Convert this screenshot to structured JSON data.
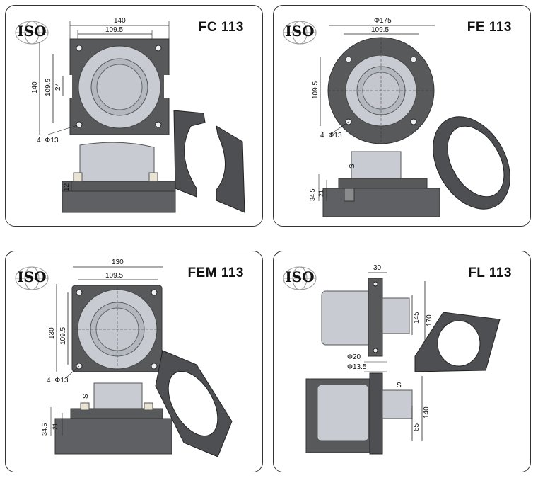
{
  "iso_label": "ISO",
  "panels": [
    {
      "title": "FC 113",
      "dims": {
        "width_outer": "140",
        "width_inner": "109.5",
        "height_outer": "140",
        "height_inner": "109.5",
        "offset": "24",
        "holes": "4−Φ13",
        "thickness": "12"
      }
    },
    {
      "title": "FE 113",
      "dims": {
        "diameter": "Φ175",
        "width_inner": "109.5",
        "height_inner": "109.5",
        "holes": "4−Φ13",
        "s": "S",
        "h_outer": "34.5",
        "h_inner": "21"
      }
    },
    {
      "title": "FEM 113",
      "dims": {
        "width_outer": "130",
        "width_inner": "109.5",
        "height_outer": "130",
        "height_inner": "109.5",
        "holes": "4−Φ13",
        "s": "S",
        "h_outer": "34.5",
        "h_inner": "21"
      }
    },
    {
      "title": "FL 113",
      "dims": {
        "thickness": "30",
        "h_inner": "145",
        "h_outer": "170",
        "d_outer": "Φ20",
        "d_inner": "Φ13.5",
        "s": "S",
        "h2_outer": "140",
        "h2_inner": "65"
      }
    }
  ],
  "colors": {
    "flange_dark": "#58595b",
    "bore": "#c8ccd2",
    "border": "#333333"
  }
}
